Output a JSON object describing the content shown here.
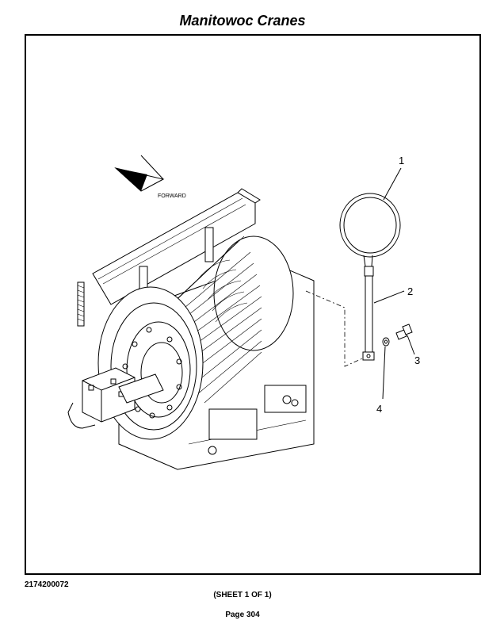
{
  "header": {
    "title": "Manitowoc Cranes"
  },
  "drawing": {
    "direction_label": "FORWARD",
    "callouts": [
      "1",
      "2",
      "3",
      "4"
    ],
    "icons": {
      "winch": "hoist-winch-drum-illustration",
      "mirror": "round-mirror-assembly-illustration",
      "arrow": "forward-direction-arrow-icon"
    }
  },
  "footer": {
    "doc_number": "2174200072",
    "sheet": "(SHEET 1 OF 1)",
    "page": "Page 304"
  }
}
